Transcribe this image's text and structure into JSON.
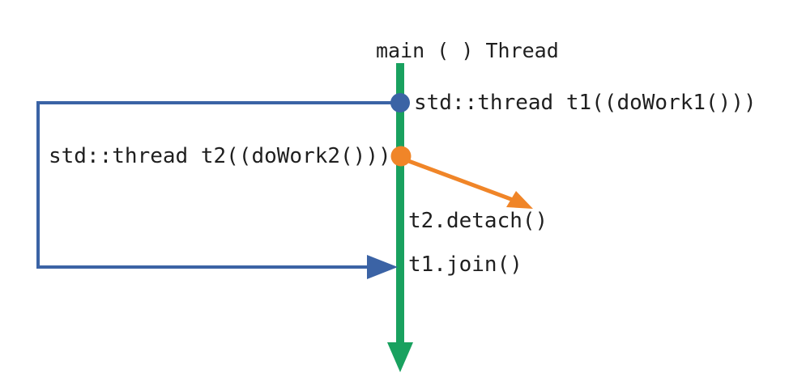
{
  "diagram": {
    "title": "main ( ) Thread",
    "labels": {
      "t1_create": "std::thread t1((doWork1()))",
      "t2_create": "std::thread t2((doWork2()))",
      "t2_detach": "t2.detach()",
      "t1_join": "t1.join()"
    },
    "colors": {
      "main_thread_green": "#19a15f",
      "t1_blue": "#3b63a5",
      "t2_orange": "#f08528",
      "text": "#1f1f1f",
      "background": "#ffffff"
    }
  }
}
